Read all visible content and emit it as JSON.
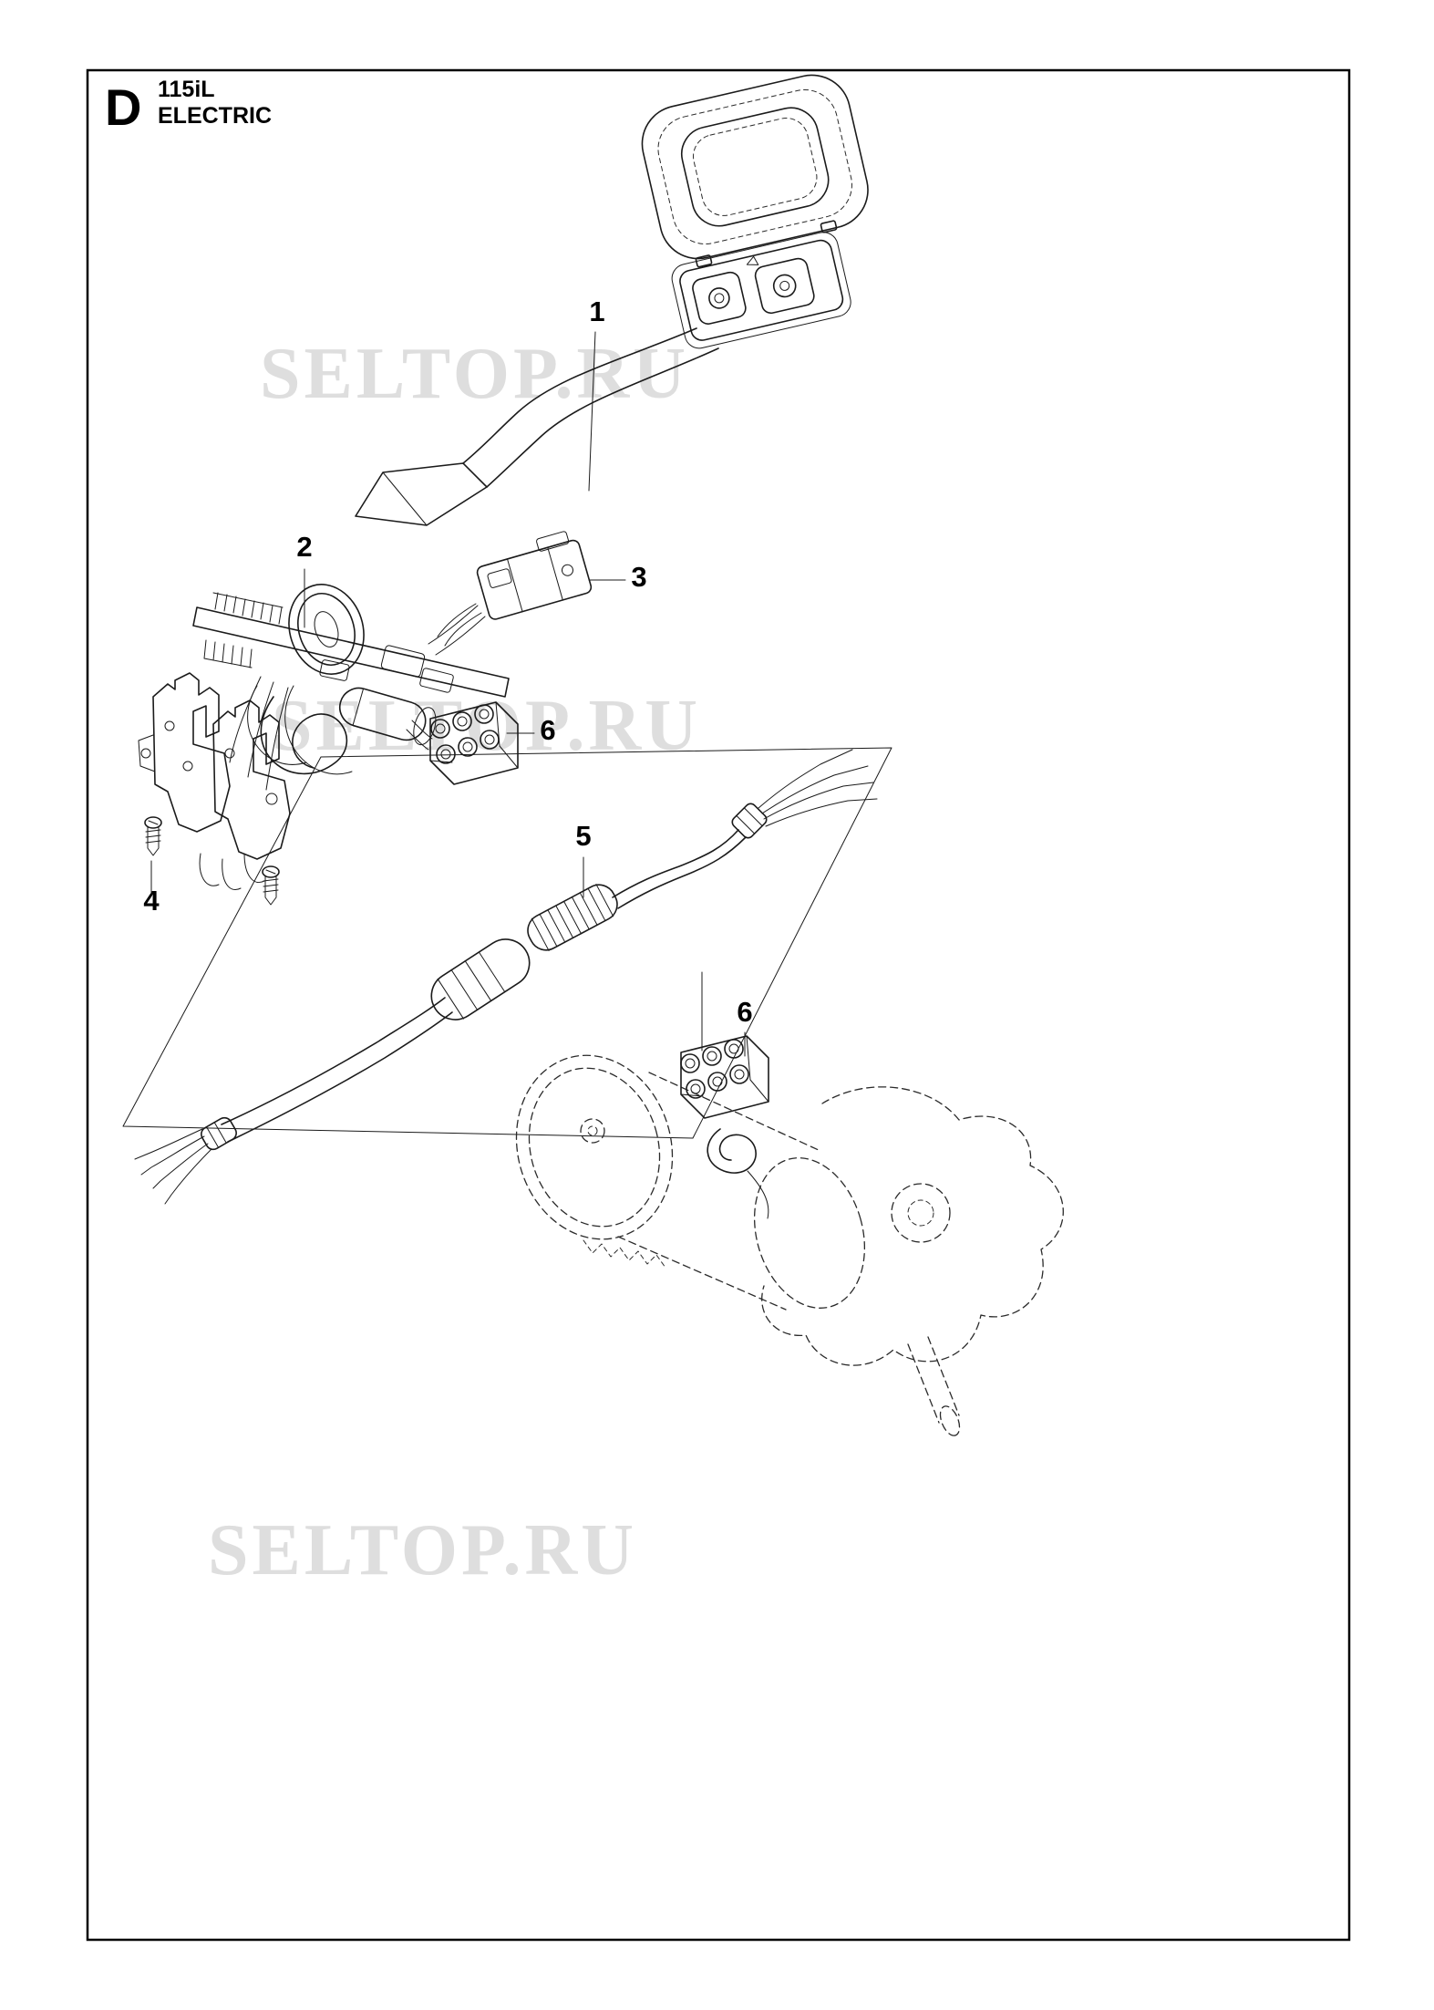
{
  "page": {
    "section_letter": "D",
    "model": "115iL",
    "section_title": "ELECTRIC"
  },
  "watermark": {
    "text": "SELTOP.RU"
  },
  "callouts": [
    {
      "label": "1"
    },
    {
      "label": "2"
    },
    {
      "label": "3"
    },
    {
      "label": "4"
    },
    {
      "label": "5"
    },
    {
      "label": "6"
    },
    {
      "label": "6"
    }
  ]
}
